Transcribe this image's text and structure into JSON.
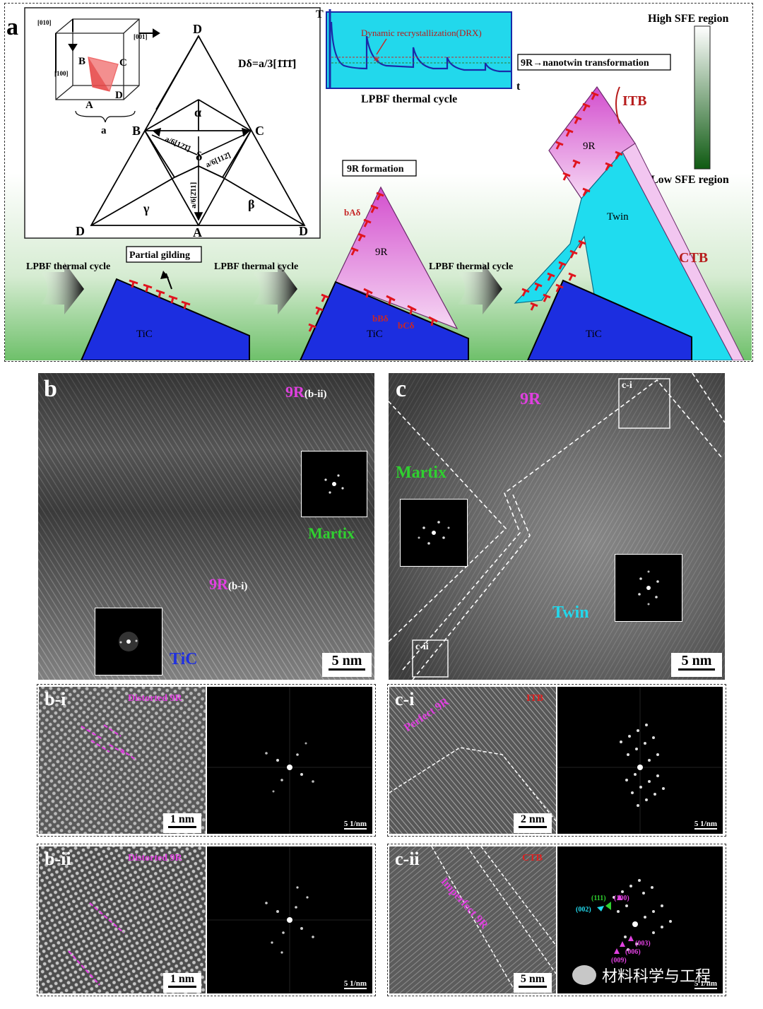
{
  "panel_a": {
    "letter": "a",
    "crystal": {
      "dir_010": "[010]",
      "dir_001": "[001]",
      "dir_100": "[100]",
      "pt_B": "B",
      "pt_C": "C",
      "pt_A": "A",
      "pt_D": "D",
      "edge_a": "a"
    },
    "thompson": {
      "v_top": "D",
      "v_left": "D",
      "v_right": "D",
      "v_A": "A",
      "v_B": "B",
      "v_C": "C",
      "alpha": "α",
      "beta": "β",
      "gamma": "γ",
      "delta": "δ",
      "burgers": "Dδ=a/3[1̄1̄1̄]",
      "vec_BC": "a/6[12̄1̄]",
      "vec_CA": "a/6[112̄]",
      "vec_BA": "a/6[2̄11]"
    },
    "thermal_plot": {
      "y_axis": "T",
      "x_axis": "t",
      "drx_label": "Dynamic recrystallization(DRX)",
      "caption": "LPBF thermal cycle",
      "accent": "#1a2aa8",
      "bg": "#22d8ec"
    },
    "sfe_bar": {
      "high": "High SFE region",
      "low": "Low SFE region"
    },
    "labels": {
      "transformation": "9R→nanotwin transformation",
      "formation": "9R formation",
      "partial": "Partial gilding",
      "thermal1": "LPBF thermal cycle",
      "thermal2": "LPBF thermal cycle",
      "thermal3": "LPBF thermal cycle",
      "tic1": "TiC",
      "tic2": "TiC",
      "tic3": "TiC",
      "ninerA": "9R",
      "ninerB": "9R",
      "twin": "Twin",
      "itb": "ITB",
      "ctb": "CTB",
      "bA": "bAδ",
      "bB": "bBδ",
      "bC": "bCδ"
    },
    "colors": {
      "tic": "#1c2ee0",
      "ninerR": "#e56ee0",
      "twin": "#1fdcef",
      "dislocation": "#e0141e",
      "ground": "#6ec06a"
    }
  },
  "panel_b": {
    "letter": "b",
    "label_9r_top": "9R",
    "label_9r_top_sub": "(b-ii)",
    "label_9r_mid": "9R",
    "label_9r_mid_sub": "(b-i)",
    "martix": "Martix",
    "tic": "TiC",
    "scale": "5 nm"
  },
  "panel_c": {
    "letter": "c",
    "label_9r": "9R",
    "martix": "Martix",
    "twin": "Twin",
    "box1": "c-i",
    "box2": "c-ii",
    "scale": "5 nm"
  },
  "panel_bi": {
    "letter": "b-i",
    "title": "Distorted 9R",
    "scale": "1 nm",
    "fft_scale": "5 1/nm"
  },
  "panel_bii": {
    "letter": "b-ii",
    "title": "Distorted 9R",
    "scale": "1 nm",
    "fft_scale": "5 1/nm"
  },
  "panel_ci": {
    "letter": "c-i",
    "title": "ITB",
    "sub": "Perfect 9R",
    "scale": "2 nm",
    "fft_scale": "5 1/nm"
  },
  "panel_cii": {
    "letter": "c-ii",
    "title": "CTB",
    "sub": "Imperfect 9R",
    "scale": "5 nm",
    "fft_scale": "5 1/nm",
    "spots": {
      "s111": "(111)",
      "s100": "(100)",
      "s002": "(002)",
      "s003": "(003)",
      "s006": "(006)",
      "s009": "(009)"
    }
  },
  "watermark": "材料科学与工程"
}
